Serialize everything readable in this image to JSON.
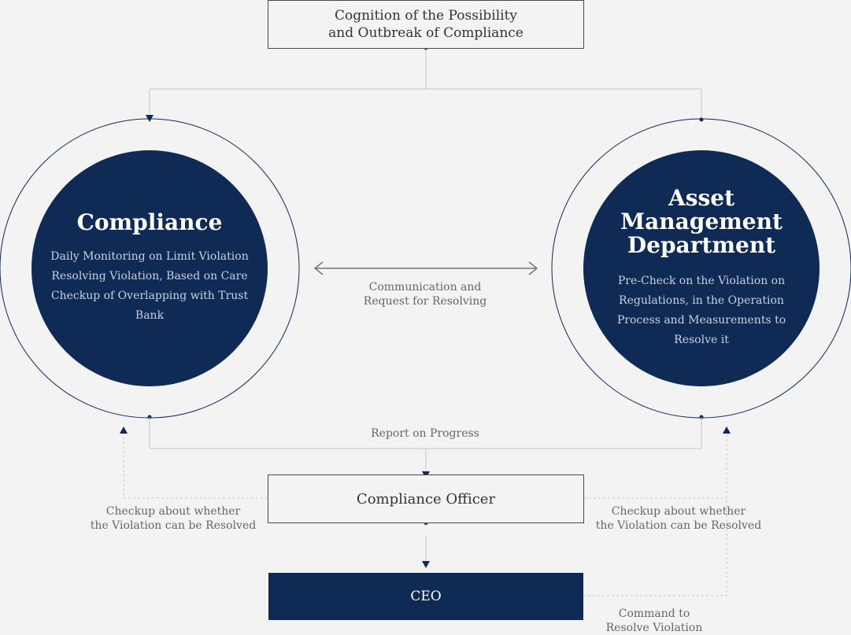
{
  "top_box": {
    "line1": "Cognition of the Possibility",
    "line2": "and Outbreak of Compliance"
  },
  "compliance": {
    "title": "Compliance",
    "description": "Daily Monitoring on Limit Violation Resolving Violation, Based on Care Checkup of Overlapping with Trust Bank"
  },
  "asset_dept": {
    "title_line1": "Asset Management",
    "title_line2": "Department",
    "description": "Pre-Check on the Violation on Regulations, in the Operation Process and Measurements to Resolve it"
  },
  "communication": {
    "line1": "Communication and",
    "line2": "Request for Resolving"
  },
  "report": "Report on Progress",
  "officer": "Compliance Officer",
  "ceo": "CEO",
  "checkup_left": {
    "line1": "Checkup about whether",
    "line2": "the Violation can be Resolved"
  },
  "checkup_right": {
    "line1": "Checkup about whether",
    "line2": "the Violation can be Resolved"
  },
  "command": {
    "line1": "Command to",
    "line2": "Resolve Violation"
  },
  "colors": {
    "navy": "#0f2a55",
    "line": "#c4c4c4",
    "text": "#666666",
    "background": "#f3f3f3"
  }
}
